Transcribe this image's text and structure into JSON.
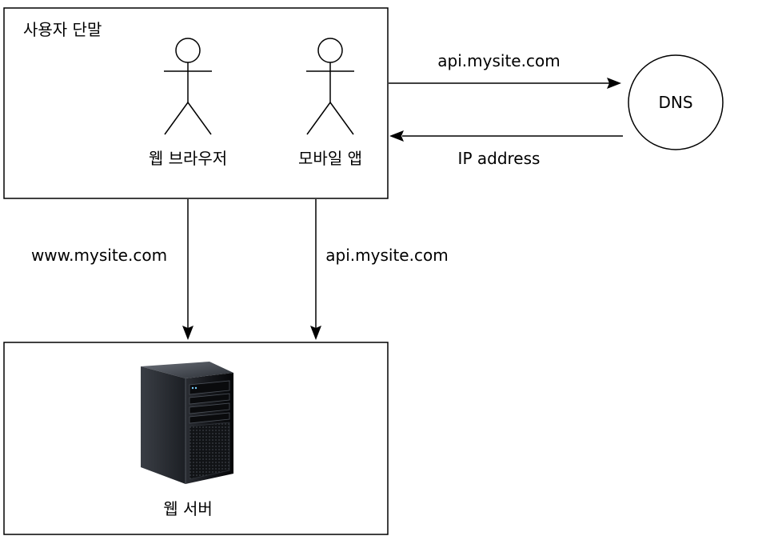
{
  "device_box": {
    "label": "사용자 단말"
  },
  "actors": [
    {
      "label": "웹 브라우저"
    },
    {
      "label": "모바일 앱"
    }
  ],
  "dns": {
    "label": "DNS"
  },
  "server_box": {
    "label": "웹 서버"
  },
  "edges": {
    "to_dns": "api.mysite.com",
    "from_dns": "IP address",
    "browser_to_server": "www.mysite.com",
    "app_to_server": "api.mysite.com"
  }
}
